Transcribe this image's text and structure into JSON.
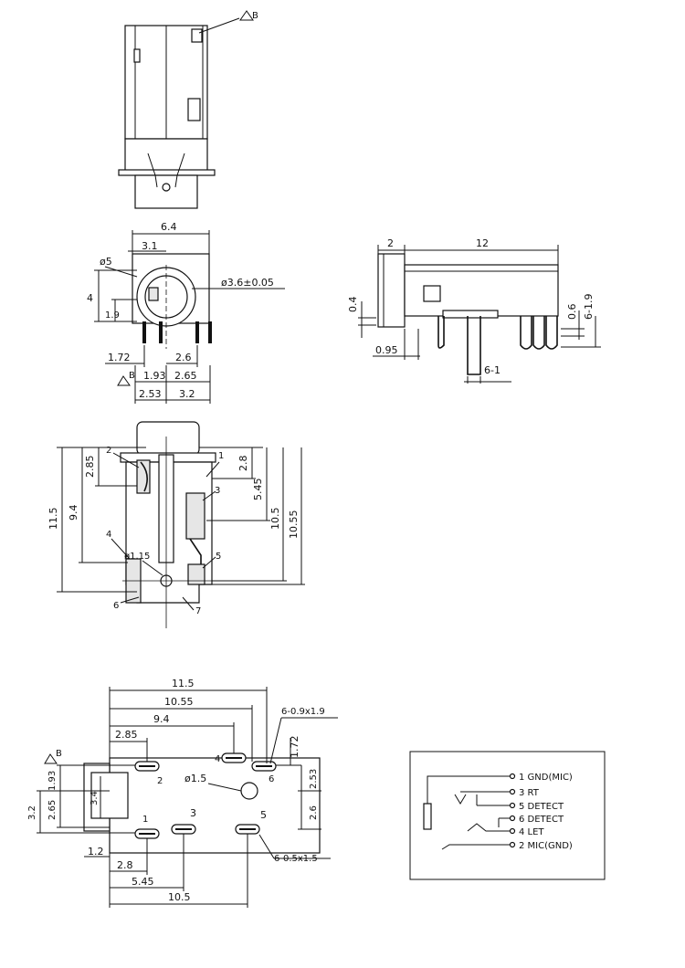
{
  "top_view": {
    "datum_b": "B"
  },
  "front_view": {
    "width": "6.4",
    "center": "3.1",
    "hole": "ø5",
    "bore": "ø3.6±0.05",
    "h4": "4",
    "h19": "1.9",
    "p172": "1.72",
    "p26": "2.6",
    "datum_b": "B",
    "p193": "1.93",
    "p265": "2.65",
    "p253": "2.53",
    "p32": "3.2"
  },
  "side_view": {
    "d2": "2",
    "d12": "12",
    "d04": "0.4",
    "d095": "0.95",
    "pin1": "6-1",
    "d06": "0.6",
    "pin19": "6-1.9"
  },
  "section_view": {
    "d115": "11.5",
    "d94": "9.4",
    "d285": "2.85",
    "pin2": "2",
    "pin1": "1",
    "d28": "2.8",
    "d545": "5.45",
    "pin3": "3",
    "d105": "10.5",
    "d1055": "10.55",
    "pin4": "4",
    "hole115": "ø1.15",
    "pin5": "5",
    "pin6": "6",
    "pin7": "7"
  },
  "footprint": {
    "d115": "11.5",
    "d1055": "10.55",
    "d94": "9.4",
    "slot": "6-0.9x1.9",
    "d285": "2.85",
    "d172": "1.72",
    "datum_b": "B",
    "pin4": "4",
    "pin6": "6",
    "pin2": "2",
    "d193": "1.93",
    "d253": "2.53",
    "hole15": "ø1.5",
    "d34": "3.4",
    "d32": "3.2",
    "d265": "2.65",
    "d26": "2.6",
    "pin1": "1",
    "pin3": "3",
    "pin5": "5",
    "d12": "1.2",
    "d28": "2.8",
    "pad": "6-0.5x1.5",
    "d545": "5.45",
    "d105": "10.5"
  },
  "schematic": {
    "pins": [
      {
        "label": "1 GND(MIC)"
      },
      {
        "label": "3 RT"
      },
      {
        "label": "5 DETECT"
      },
      {
        "label": "6 DETECT"
      },
      {
        "label": "4 LET"
      },
      {
        "label": "2 MIC(GND)"
      }
    ]
  }
}
